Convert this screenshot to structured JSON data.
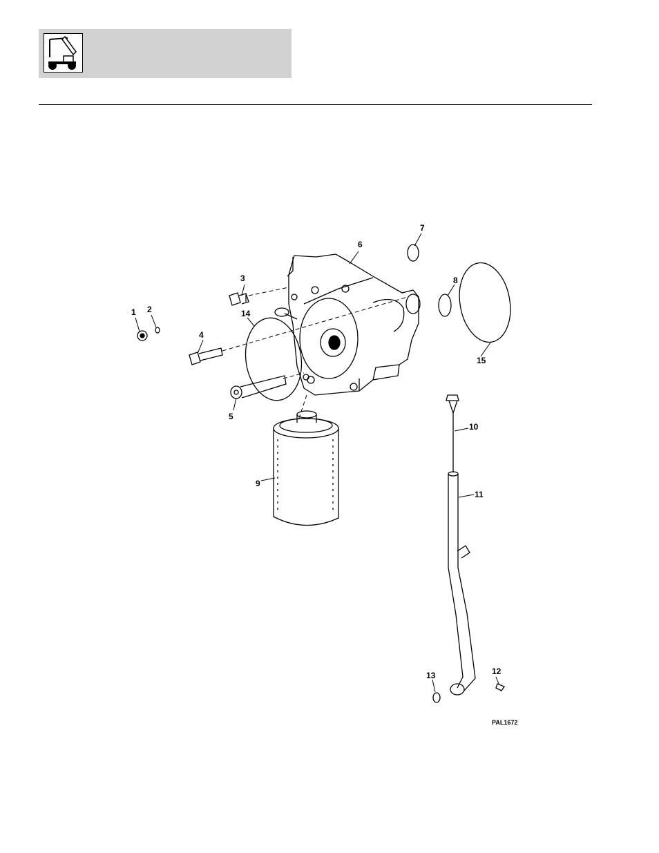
{
  "header": {
    "icon": "forklift-truck-icon"
  },
  "diagram": {
    "figure_ref": "PAL1672",
    "callouts": [
      "1",
      "2",
      "3",
      "4",
      "5",
      "6",
      "7",
      "8",
      "9",
      "10",
      "11",
      "12",
      "13",
      "14",
      "15"
    ]
  }
}
